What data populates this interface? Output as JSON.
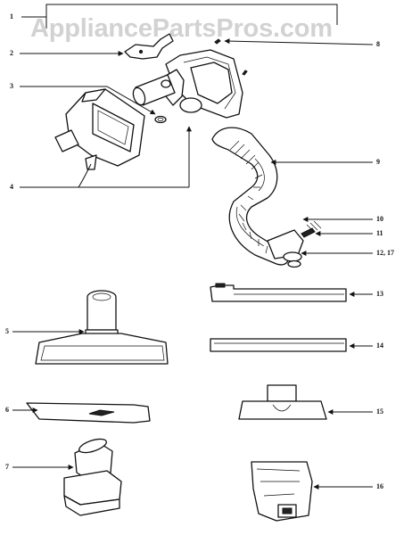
{
  "watermark": "AppliancePartsPros.com",
  "callouts": {
    "c1": "1",
    "c2": "2",
    "c3": "3",
    "c4": "4",
    "c5": "5",
    "c6": "6",
    "c7": "7",
    "c8": "8",
    "c9": "9",
    "c10": "10",
    "c11": "11",
    "c12": "12, 17",
    "c13": "13",
    "c14": "14",
    "c15": "15",
    "c16": "16"
  }
}
